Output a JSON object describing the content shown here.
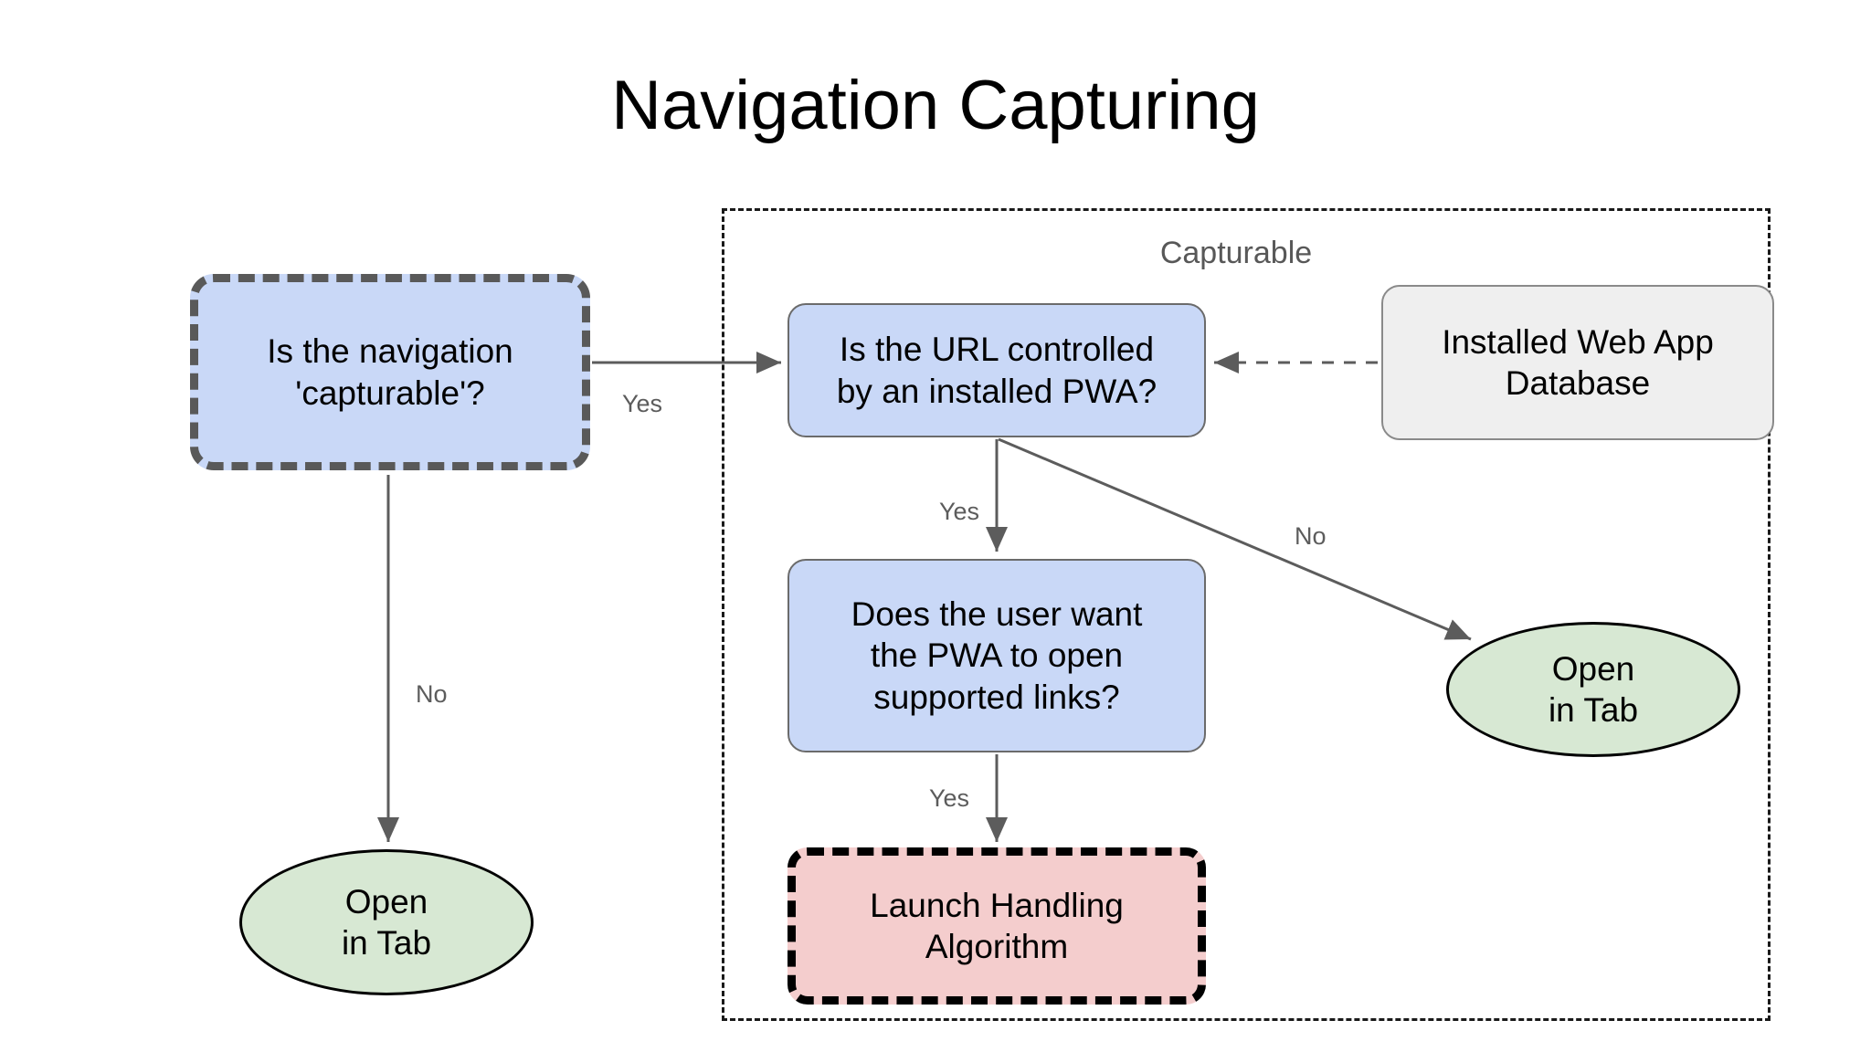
{
  "title": "Navigation Capturing",
  "group": {
    "label": "Capturable"
  },
  "nodes": {
    "capturable_question": {
      "label": "Is the navigation\n'capturable'?",
      "shape": "rounded-rect",
      "fill": "#c9d8f7",
      "stroke": "#595959",
      "stroke_style": "dashed"
    },
    "url_question": {
      "label": "Is the URL controlled\nby an installed PWA?",
      "shape": "rounded-rect",
      "fill": "#c9d8f7",
      "stroke": "#6b6b6b",
      "stroke_style": "solid"
    },
    "web_app_db": {
      "label": "Installed Web App\nDatabase",
      "shape": "rounded-rect",
      "fill": "#efefef",
      "stroke": "#8a8a8a",
      "stroke_style": "solid"
    },
    "user_want_question": {
      "label": "Does the user want\nthe PWA to open\nsupported links?",
      "shape": "rounded-rect",
      "fill": "#c9d8f7",
      "stroke": "#6b6b6b",
      "stroke_style": "solid"
    },
    "launch_handling": {
      "label": "Launch Handling\nAlgorithm",
      "shape": "rounded-rect",
      "fill": "#f4cdcd",
      "stroke": "#000000",
      "stroke_style": "dashed"
    },
    "open_in_tab_left": {
      "label": "Open\nin Tab",
      "shape": "ellipse",
      "fill": "#d7e8d3",
      "stroke": "#000000",
      "stroke_style": "solid"
    },
    "open_in_tab_right": {
      "label": "Open\nin Tab",
      "shape": "ellipse",
      "fill": "#d7e8d3",
      "stroke": "#000000",
      "stroke_style": "solid"
    }
  },
  "edges": [
    {
      "id": "capturable-to-url",
      "from": "capturable_question",
      "to": "url_question",
      "label": "Yes",
      "style": "solid"
    },
    {
      "id": "capturable-to-tab-left",
      "from": "capturable_question",
      "to": "open_in_tab_left",
      "label": "No",
      "style": "solid"
    },
    {
      "id": "url-to-user-want",
      "from": "url_question",
      "to": "user_want_question",
      "label": "Yes",
      "style": "solid"
    },
    {
      "id": "url-to-tab-right",
      "from": "url_question",
      "to": "open_in_tab_right",
      "label": "No",
      "style": "solid"
    },
    {
      "id": "user-want-to-launch",
      "from": "user_want_question",
      "to": "launch_handling",
      "label": "Yes",
      "style": "solid"
    },
    {
      "id": "db-to-url",
      "from": "web_app_db",
      "to": "url_question",
      "label": "",
      "style": "dashed"
    }
  ],
  "edge_labels": {
    "yes_1": "Yes",
    "no_1": "No",
    "yes_2": "Yes",
    "no_2": "No",
    "yes_3": "Yes"
  },
  "colors": {
    "blue_fill": "#c9d8f7",
    "green_fill": "#d7e8d3",
    "pink_fill": "#f4cdcd",
    "gray_fill": "#efefef",
    "edge_stroke": "#5c5c5c",
    "label_text": "#5c5c5c",
    "group_label_text": "#585858",
    "background": "#ffffff"
  }
}
